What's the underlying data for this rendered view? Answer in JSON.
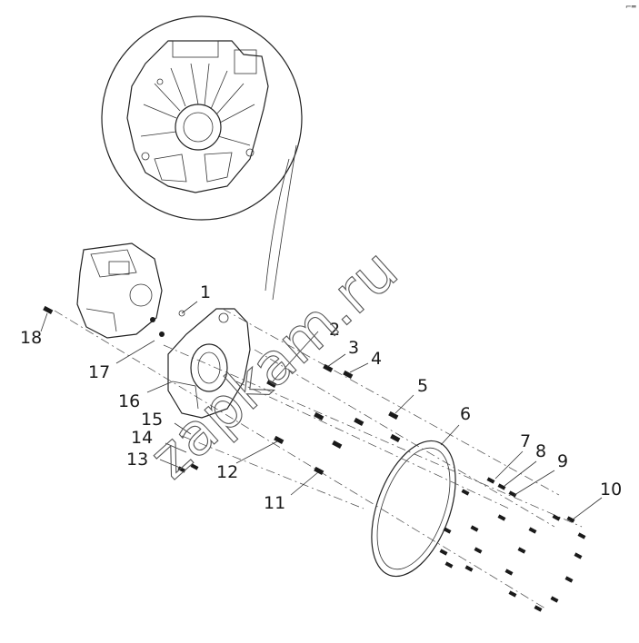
{
  "diagram": {
    "callouts": [
      {
        "id": "1",
        "label": "1"
      },
      {
        "id": "2",
        "label": "2"
      },
      {
        "id": "3",
        "label": "3"
      },
      {
        "id": "4",
        "label": "4"
      },
      {
        "id": "5",
        "label": "5"
      },
      {
        "id": "6",
        "label": "6"
      },
      {
        "id": "7",
        "label": "7"
      },
      {
        "id": "8",
        "label": "8"
      },
      {
        "id": "9",
        "label": "9"
      },
      {
        "id": "10",
        "label": "10"
      },
      {
        "id": "11",
        "label": "11"
      },
      {
        "id": "12",
        "label": "12"
      },
      {
        "id": "13",
        "label": "13"
      },
      {
        "id": "14",
        "label": "14"
      },
      {
        "id": "15",
        "label": "15"
      },
      {
        "id": "16",
        "label": "16"
      },
      {
        "id": "17",
        "label": "17"
      },
      {
        "id": "18",
        "label": "18"
      }
    ],
    "watermark": "zapkam.ru",
    "corner_mark": "⌐═"
  }
}
